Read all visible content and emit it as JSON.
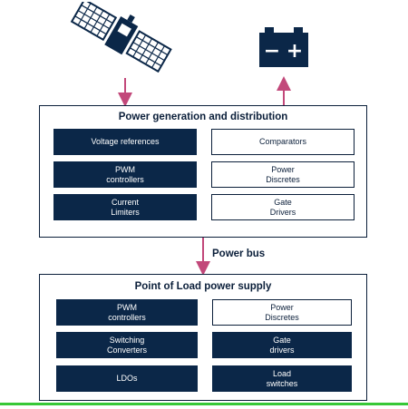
{
  "colors": {
    "dark_block": "#0b2748",
    "outline": "#0b1f3a",
    "arrow": "#c2487a",
    "ground_line": "#37c837"
  },
  "icons": {
    "satellite": "satellite-icon",
    "battery": "battery-icon"
  },
  "battery": {
    "minus": "−",
    "plus": "+"
  },
  "top_panel": {
    "title": "Power generation and distribution",
    "blocks": [
      {
        "label": "Voltage references",
        "style": "dark"
      },
      {
        "label": "Comparators",
        "style": "light"
      },
      {
        "label": "PWM\ncontrollers",
        "style": "dark"
      },
      {
        "label": "Power\nDiscretes",
        "style": "light"
      },
      {
        "label": "Current\nLimiters",
        "style": "dark"
      },
      {
        "label": "Gate\nDrivers",
        "style": "light"
      }
    ]
  },
  "bus": {
    "label": "Power bus"
  },
  "bottom_panel": {
    "title": "Point of Load power supply",
    "blocks": [
      {
        "label": "PWM\ncontrollers",
        "style": "dark"
      },
      {
        "label": "Power\nDiscretes",
        "style": "light"
      },
      {
        "label": "Switching\nConverters",
        "style": "dark"
      },
      {
        "label": "Gate\ndrivers",
        "style": "dark"
      },
      {
        "label": "LDOs",
        "style": "dark"
      },
      {
        "label": "Load\nswitches",
        "style": "dark"
      }
    ]
  }
}
